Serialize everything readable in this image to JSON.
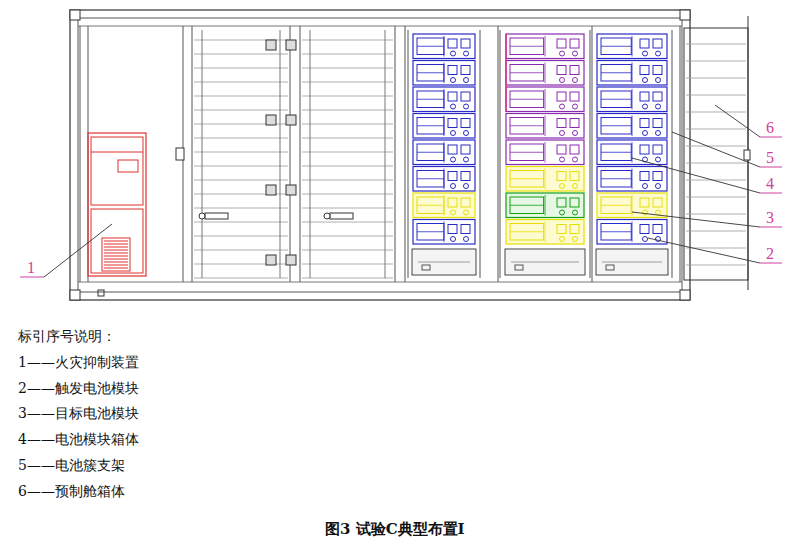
{
  "diagram": {
    "caption": "图3 试验C典型布置Ⅰ",
    "labels": [
      "6",
      "5",
      "4",
      "3",
      "2",
      "1",
      "标引序号说明：",
      "1——火灾抑制装置",
      "2——触发电池模块",
      "3——目标电池模块",
      "4——电池模块箱体",
      "5——电池簇支架",
      "6——预制舱箱体"
    ]
  }
}
